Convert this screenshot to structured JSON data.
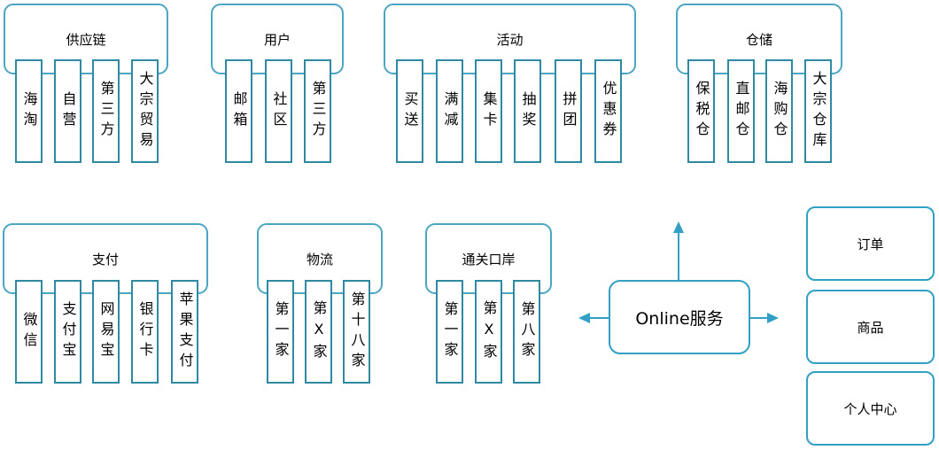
{
  "colors": {
    "group_container_border": "#4ba6c3",
    "bar_border": "#2f89a2",
    "accent_border": "#31a0c4",
    "text": "#000000",
    "background": "#ffffff"
  },
  "groups": [
    {
      "title": "供应链",
      "items": [
        "海淘",
        "自营",
        "第三方",
        "大宗贸易"
      ]
    },
    {
      "title": "用户",
      "items": [
        "邮箱",
        "社区",
        "第三方"
      ]
    },
    {
      "title": "活动",
      "items": [
        "买送",
        "满减",
        "集卡",
        "抽奖",
        "拼团",
        "优惠券"
      ]
    },
    {
      "title": "仓储",
      "items": [
        "保税仓",
        "直邮仓",
        "海购仓",
        "大宗仓库"
      ]
    },
    {
      "title": "支付",
      "items": [
        "微信",
        "支付宝",
        "网易宝",
        "银行卡",
        "苹果支付"
      ]
    },
    {
      "title": "物流",
      "items": [
        "第一家",
        "第X家",
        "第十八家"
      ]
    },
    {
      "title": "通关口岸",
      "items": [
        "第一家",
        "第X家",
        "第八家"
      ]
    }
  ],
  "online_service": {
    "label": "Online服务"
  },
  "modules": [
    "订单",
    "商品",
    "个人中心"
  ]
}
